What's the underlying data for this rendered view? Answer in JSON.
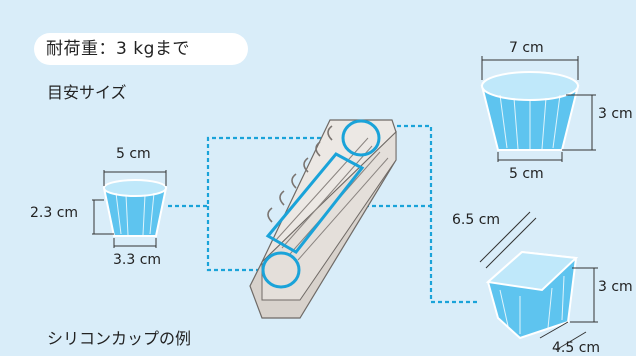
{
  "header": {
    "capacity": "耐荷重：3 kgまで",
    "size_heading": "目安サイズ"
  },
  "footer": {
    "caption": "シリコンカップの例"
  },
  "small_cup": {
    "top": "5 cm",
    "height": "2.3 cm",
    "bottom": "3.3 cm"
  },
  "round_cup": {
    "top": "7 cm",
    "height": "3 cm",
    "bottom": "5 cm"
  },
  "square_cup": {
    "top": "6.5 cm",
    "height": "3 cm",
    "bottom": "4.5 cm"
  },
  "colors": {
    "background": "#d9edf9",
    "accent": "#1aa3d9",
    "cup_fill": "#5ec4ef",
    "cup_light": "#bfe8fa",
    "basket": "#d8d2cc"
  }
}
